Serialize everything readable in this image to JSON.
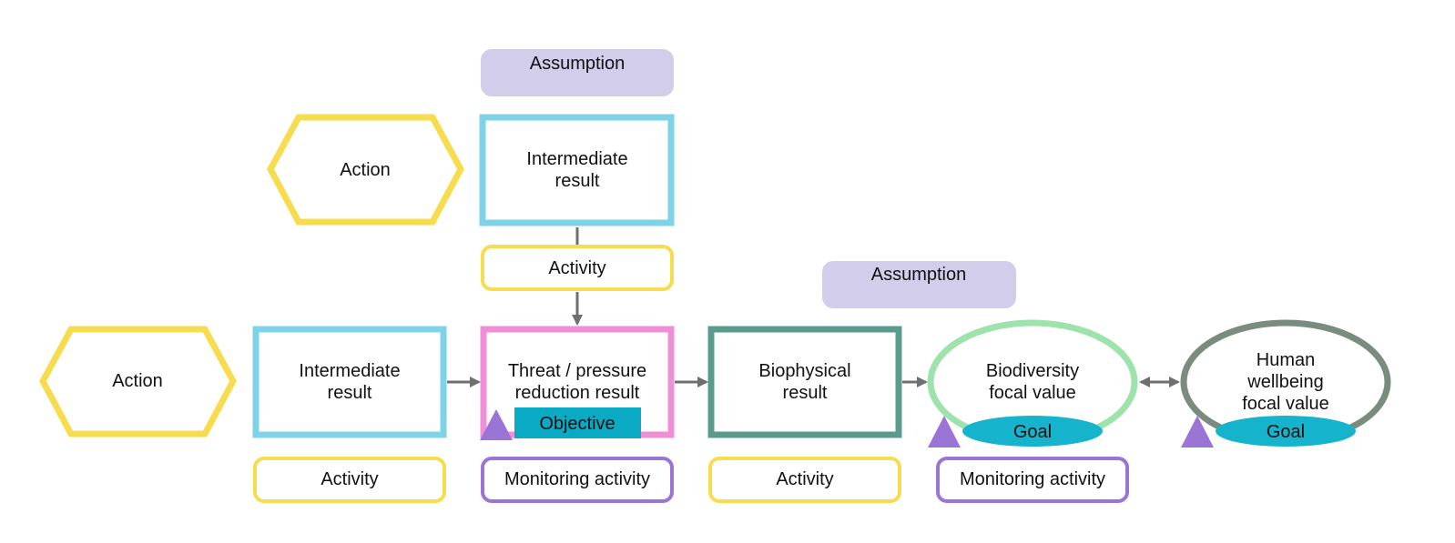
{
  "top": {
    "assumption": "Assumption",
    "action": "Action",
    "intermediate_result": [
      "Intermediate",
      "result"
    ],
    "activity": "Activity"
  },
  "middle": {
    "assumption": "Assumption"
  },
  "chain": {
    "action": "Action",
    "intermediate_result": [
      "Intermediate",
      "result"
    ],
    "threat_result": [
      "Threat / pressure",
      "reduction result"
    ],
    "objective": "Objective",
    "biophysical_result": [
      "Biophysical",
      "result"
    ],
    "biodiversity_value": [
      "Biodiversity",
      "focal value"
    ],
    "biodiversity_goal": "Goal",
    "human_value": [
      "Human",
      "wellbeing",
      "focal value"
    ],
    "human_goal": "Goal"
  },
  "bottom": {
    "activity_1": "Activity",
    "monitoring_1": "Monitoring activity",
    "activity_2": "Activity",
    "monitoring_2": "Monitoring activity"
  },
  "colors": {
    "action": "#f7dc4f",
    "intermediate": "#7fd3e8",
    "threat": "#f08fd8",
    "biophysical": "#5b9b8e",
    "biodiversity": "#9fe3ac",
    "human": "#7a8c7e",
    "assumption": "#d3cdec",
    "monitoring": "#9b75d6",
    "objective": "#0aa9c4",
    "goal": "#16b4cc",
    "indicator": "#9b75d6",
    "arrow": "#6f6f6f"
  }
}
